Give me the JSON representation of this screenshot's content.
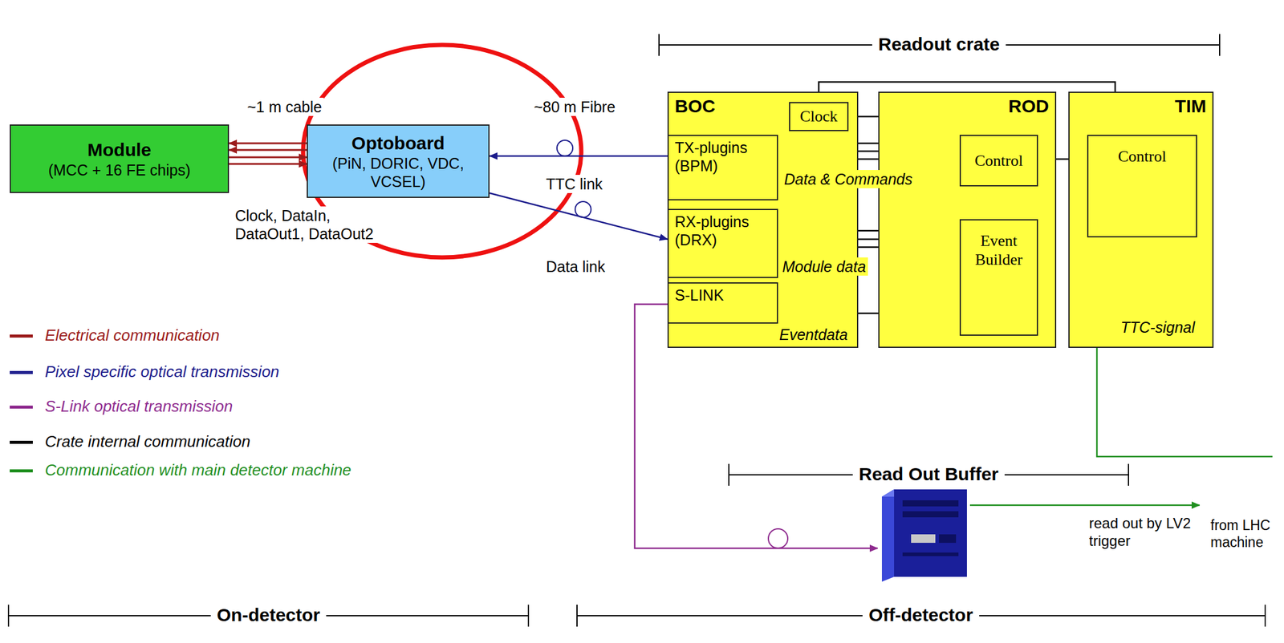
{
  "diagram": {
    "nodes": [
      {
        "text": [
          "Module",
          "(MCC + 16 FE chips)"
        ]
      },
      {
        "text": [
          "Optoboard",
          "(PiN, DORIC, VDC, VCSEL)"
        ]
      },
      {
        "text": [
          "BOC"
        ]
      },
      {
        "text": [
          "Clock"
        ],
        "in": 2
      },
      {
        "text": [
          "TX-plugins (BPM)"
        ],
        "in": 2
      },
      {
        "text": [
          "RX-plugins (DRX)"
        ],
        "in": 2
      },
      {
        "text": [
          "S-LINK"
        ],
        "in": 2
      },
      {
        "text": [
          "ROD"
        ]
      },
      {
        "text": [
          "Control"
        ],
        "in": 7
      },
      {
        "text": [
          "Event Builder"
        ],
        "in": 7
      },
      {
        "text": [
          "TIM"
        ]
      },
      {
        "text": [
          "Control"
        ],
        "in": 10
      }
    ],
    "edges": [
      {
        "from": 1,
        "to": 0,
        "arrow": "to"
      },
      {
        "from": 1,
        "to": 0,
        "arrow": "to"
      },
      {
        "from": 0,
        "to": 1,
        "arrow": "to"
      },
      {
        "from": 0,
        "to": 1,
        "arrow": "to"
      },
      {
        "from": 4,
        "to": 1,
        "arrow": "to"
      },
      {
        "from": 1,
        "to": 5,
        "arrow": "to"
      },
      {
        "from": 3,
        "to": 4,
        "arrow": "to"
      },
      {
        "from": 3,
        "to": 8,
        "arrow": "to"
      },
      {
        "from": 11,
        "to": 3,
        "arrow": "to"
      },
      {
        "from": 8,
        "to": 4,
        "arrow": "to"
      },
      {
        "from": 8,
        "to": 4,
        "arrow": "to"
      },
      {
        "from": 8,
        "to": 4,
        "arrow": "to"
      },
      {
        "from": 8,
        "to": 11,
        "arrow": "both"
      },
      {
        "from": 5,
        "to": 9,
        "arrow": "to"
      },
      {
        "from": 5,
        "to": 9,
        "arrow": "to"
      },
      {
        "from": 5,
        "to": 9,
        "arrow": "to"
      },
      {
        "from": 9,
        "to": 6,
        "arrow": "to"
      }
    ],
    "labels": [
      "Readout crate",
      "~1 m cable",
      "~80 m Fibre",
      "Data & Commands",
      "TTC link",
      "Clock, DataIn, DataOut1, DataOut2",
      "Data link",
      "Module data",
      "Eventdata",
      "TTC-signal",
      "Read Out Buffer",
      "from LHC machine",
      "read out by LV2 trigger",
      "On-detector",
      "Off-detector"
    ],
    "legend": [
      {
        "text": "Electrical communication",
        "color": "#9b1b1b"
      },
      {
        "text": "Pixel specific optical transmission",
        "color": "#1c1c8c"
      },
      {
        "text": "S-Link optical transmission",
        "color": "#8e2a8e"
      },
      {
        "text": "Crate internal communication",
        "color": "#000000"
      },
      {
        "text": "Communication with main detector machine",
        "color": "#1f8f1f"
      }
    ]
  }
}
